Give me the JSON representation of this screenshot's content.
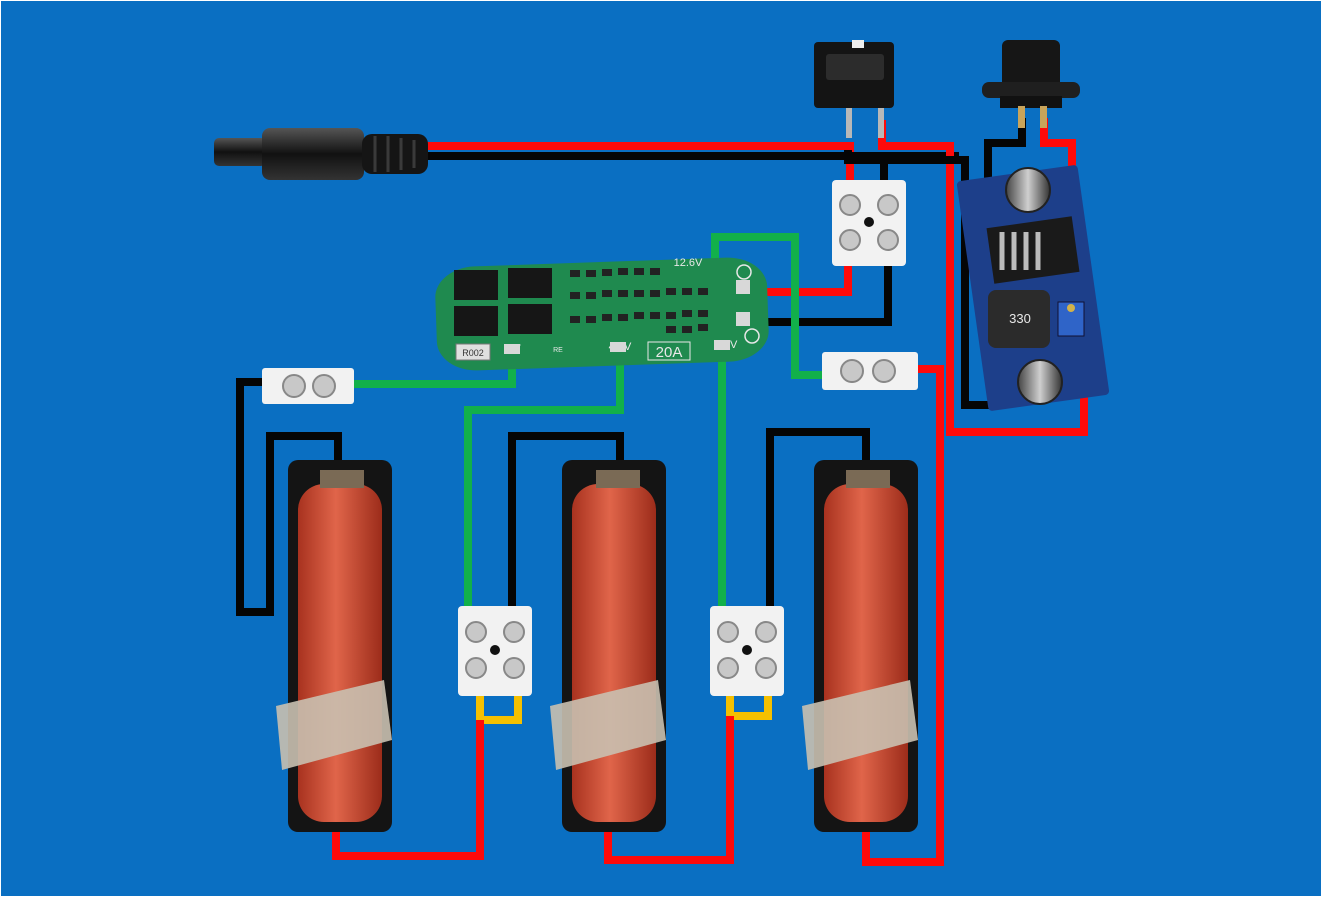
{
  "colors": {
    "background": "#0a6fc2",
    "wire_red": "#ff0a0a",
    "wire_black": "#050505",
    "wire_green": "#12b04a",
    "wire_yellow": "#f5c000",
    "battery": "#d9553f",
    "pcb": "#1f8a4f",
    "buck_pcb": "#1d3f8a"
  },
  "bms": {
    "voltage_label": "12.6V",
    "current_label": "20A",
    "tap_0v": "0V",
    "tap_4v2": "4.2V",
    "tap_8v4": "8.4V",
    "part_code": "R002",
    "part_code2": "RE"
  },
  "buck": {
    "inductor_label": "330"
  }
}
